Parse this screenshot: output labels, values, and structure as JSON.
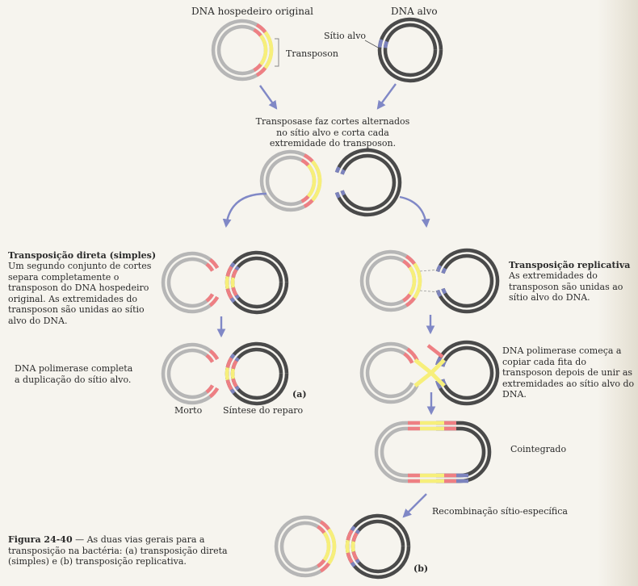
{
  "labels": {
    "host_dna": "DNA hospedeiro original",
    "target_dna": "DNA alvo",
    "target_site": "Sítio alvo",
    "transposon": "Transposon",
    "transposase": "Transposase faz cortes alternados no sítio alvo e corta cada extremidade do transposon.",
    "direct_title": "Transposição direta (simples)",
    "direct_body": "Um segundo conjunto de cortes separa completamente o transposon do DNA hospedeiro original. As extremidades do transposon são unidas ao sítio alvo do DNA.",
    "replicative_title": "Transposição replicativa",
    "replicative_body": "As extremidades do transposon são unidas ao sítio alvo do DNA.",
    "polymerase_direct": "DNA polimerase completa a duplicação do sítio alvo.",
    "polymerase_replicative": "DNA polimerase começa a copiar cada fita do transposon depois de unir as extremidades ao sítio alvo do DNA.",
    "dead": "Morto",
    "repair_synthesis": "Síntese do reparo",
    "panel_a": "(a)",
    "panel_b": "(b)",
    "cointegrate": "Cointegrado",
    "site_specific_recombination": "Recombinação sítio-específica"
  },
  "caption": {
    "label": "Figura 24-40",
    "text": " — As duas vias gerais para a transposição na bactéria: (a) transposição direta (simples) e (b) transposição replicativa."
  },
  "colors": {
    "host_strand": "#b6b6b6",
    "target_strand": "#4a4a4a",
    "transposon_end": "#ee7f83",
    "transposon_core": "#f7ef7a",
    "target_site": "#7c83bd",
    "arrow": "#8088c6"
  }
}
